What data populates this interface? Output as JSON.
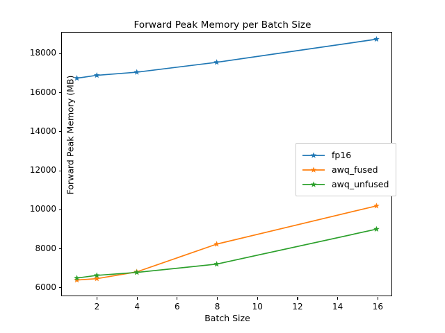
{
  "chart_data": {
    "type": "line",
    "title": "Forward Peak Memory per Batch Size",
    "xlabel": "Batch Size",
    "ylabel": "Forward Peak Memory (MB)",
    "x": [
      1,
      2,
      4,
      8,
      16
    ],
    "xlim": [
      0.25,
      16.75
    ],
    "ylim": [
      5530,
      19080
    ],
    "xticks": [
      2,
      4,
      6,
      8,
      10,
      12,
      14,
      16
    ],
    "xticklabels": [
      "2",
      "4",
      "6",
      "8",
      "10",
      "12",
      "14",
      "16"
    ],
    "yticks": [
      6000,
      8000,
      10000,
      12000,
      14000,
      16000,
      18000
    ],
    "yticklabels": [
      "6000",
      "8000",
      "10000",
      "12000",
      "14000",
      "16000",
      "18000"
    ],
    "grid": false,
    "marker": "star",
    "legend_position": "center right",
    "series": [
      {
        "name": "fp16",
        "color": "#1f77b4",
        "values": [
          16730,
          16880,
          17040,
          17550,
          18740
        ]
      },
      {
        "name": "awq_fused",
        "color": "#ff7f0e",
        "values": [
          6330,
          6400,
          6750,
          8180,
          10150
        ]
      },
      {
        "name": "awq_unfused",
        "color": "#2ca02c",
        "values": [
          6430,
          6570,
          6720,
          7150,
          8950
        ]
      }
    ]
  },
  "legend": {
    "entries": [
      "fp16",
      "awq_fused",
      "awq_unfused"
    ]
  },
  "figure": {
    "background": "#ffffff",
    "axis_color": "#000000"
  }
}
